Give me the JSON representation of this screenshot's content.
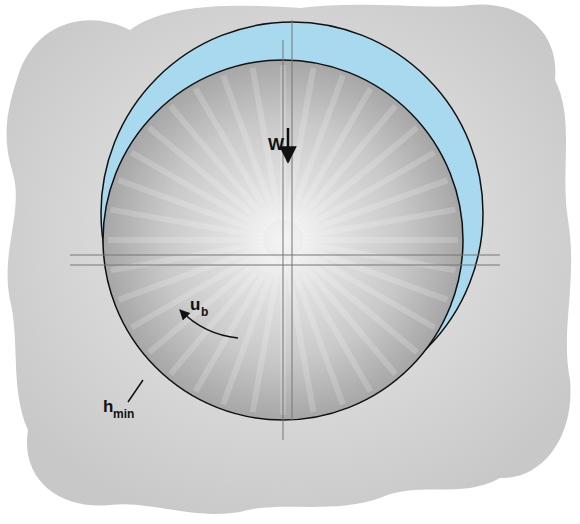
{
  "diagram": {
    "labels": [
      "W",
      "u",
      "b",
      "h",
      "min"
    ]
  }
}
